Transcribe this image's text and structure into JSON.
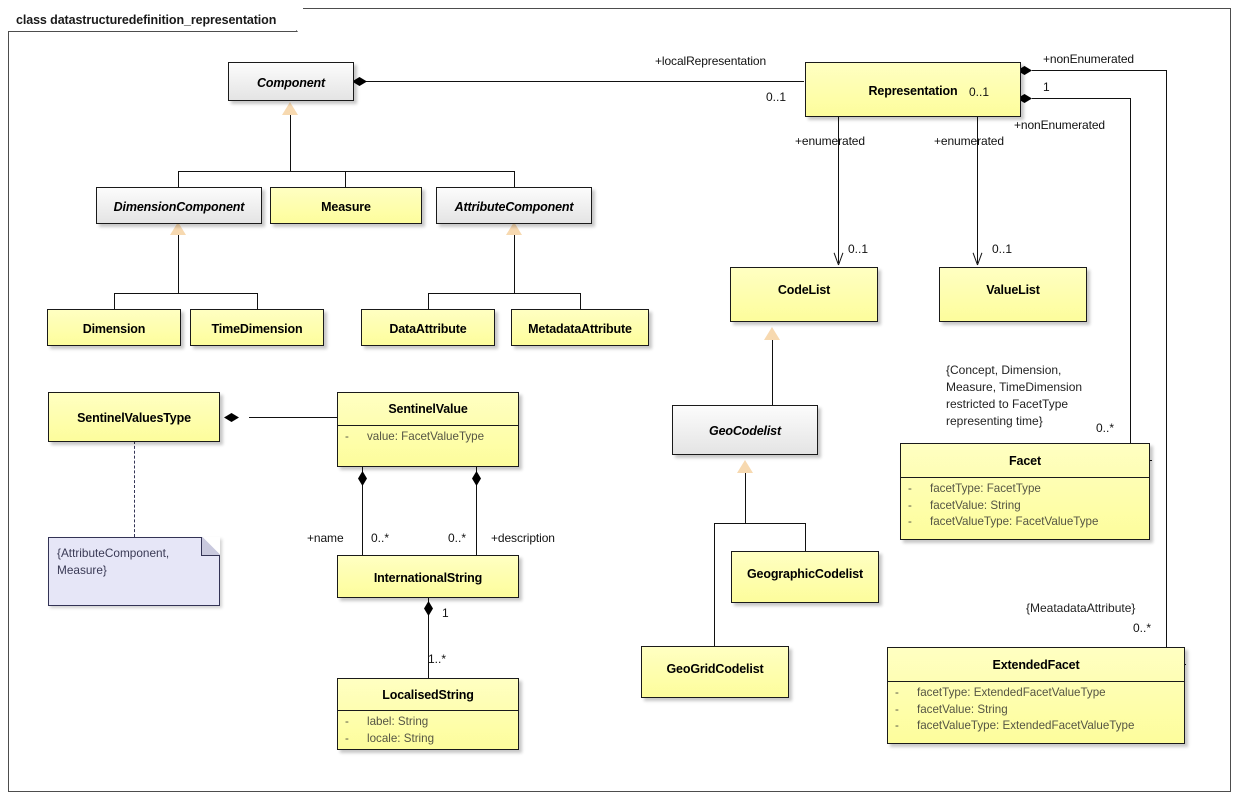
{
  "diagram": {
    "frame_title": "class datastructuredefinition_representation"
  },
  "classes": [
    {
      "id": "component",
      "name": "Component",
      "abstract": true,
      "attributes": []
    },
    {
      "id": "representation",
      "name": "Representation",
      "abstract": false,
      "attributes": []
    },
    {
      "id": "dimensioncomponent",
      "name": "DimensionComponent",
      "abstract": true,
      "attributes": []
    },
    {
      "id": "measure",
      "name": "Measure",
      "abstract": false,
      "attributes": []
    },
    {
      "id": "attributecomponent",
      "name": "AttributeComponent",
      "abstract": true,
      "attributes": []
    },
    {
      "id": "dimension",
      "name": "Dimension",
      "abstract": false,
      "attributes": []
    },
    {
      "id": "timedimension",
      "name": "TimeDimension",
      "abstract": false,
      "attributes": []
    },
    {
      "id": "dataattribute",
      "name": "DataAttribute",
      "abstract": false,
      "attributes": []
    },
    {
      "id": "metadataattribute",
      "name": "MetadataAttribute",
      "abstract": false,
      "attributes": []
    },
    {
      "id": "codelist",
      "name": "CodeList",
      "abstract": false,
      "attributes": []
    },
    {
      "id": "valuelist",
      "name": "ValueList",
      "abstract": false,
      "attributes": []
    },
    {
      "id": "geocodelist",
      "name": "GeoCodelist",
      "abstract": true,
      "attributes": []
    },
    {
      "id": "geographiccodelist",
      "name": "GeographicCodelist",
      "abstract": false,
      "attributes": []
    },
    {
      "id": "geogridcodelist",
      "name": "GeoGridCodelist",
      "abstract": false,
      "attributes": []
    },
    {
      "id": "sentinelvaluestype",
      "name": "SentinelValuesType",
      "abstract": false,
      "attributes": []
    },
    {
      "id": "sentinelvalue",
      "name": "SentinelValue",
      "abstract": false,
      "attributes": [
        {
          "visibility": "-",
          "text": "value: FacetValueType"
        }
      ]
    },
    {
      "id": "internationalstring",
      "name": "InternationalString",
      "abstract": false,
      "attributes": []
    },
    {
      "id": "localisedstring",
      "name": "LocalisedString",
      "abstract": false,
      "attributes": [
        {
          "visibility": "-",
          "text": "label: String"
        },
        {
          "visibility": "-",
          "text": "locale: String"
        }
      ]
    },
    {
      "id": "facet",
      "name": "Facet",
      "abstract": false,
      "attributes": [
        {
          "visibility": "-",
          "text": "facetType: FacetType"
        },
        {
          "visibility": "-",
          "text": "facetValue: String"
        },
        {
          "visibility": "-",
          "text": "facetValueType: FacetValueType"
        }
      ]
    },
    {
      "id": "extendedfacet",
      "name": "ExtendedFacet",
      "abstract": false,
      "attributes": [
        {
          "visibility": "-",
          "text": "facetType: ExtendedFacetValueType"
        },
        {
          "visibility": "-",
          "text": "facetValue: String"
        },
        {
          "visibility": "-",
          "text": "facetValueType: ExtendedFacetValueType"
        }
      ]
    }
  ],
  "notes": [
    {
      "id": "note-attributecomponent-measure",
      "text": "{AttributeComponent,\nMeasure}"
    }
  ],
  "constraints": [
    {
      "id": "constraint-facet",
      "text": "{Concept, Dimension,\nMeasure, TimeDimension\nrestricted to FacetType\nrepresenting time}"
    },
    {
      "id": "constraint-extendedfacet",
      "text": "{MeatadataAttribute}"
    }
  ],
  "labels": {
    "local_representation": "+localRepresentation",
    "local_representation_mult": "0..1",
    "non_enumerated_top": "+nonEnumerated",
    "non_enumerated_top_mult": "0..1",
    "non_enumerated_bottom": "+nonEnumerated",
    "non_enumerated_bottom_mult": "1",
    "enumerated_codelist": "+enumerated",
    "enumerated_codelist_mult": "0..1",
    "enumerated_valuelist": "+enumerated",
    "enumerated_valuelist_mult": "0..1",
    "name_role": "+name",
    "name_mult": "0..*",
    "description_role": "+description",
    "description_mult": "0..*",
    "localisedstring_owner_mult": "1",
    "localisedstring_mult": "1..*",
    "facet_mult": "0..*",
    "extendedfacet_mult": "0..*"
  },
  "colors": {
    "class_fill": "#fdfd9c",
    "abstract_fill": "#e4e4e4",
    "note_fill": "#e6e6f7",
    "line": "#111111",
    "generalization_fill": "#f7d9b0"
  }
}
